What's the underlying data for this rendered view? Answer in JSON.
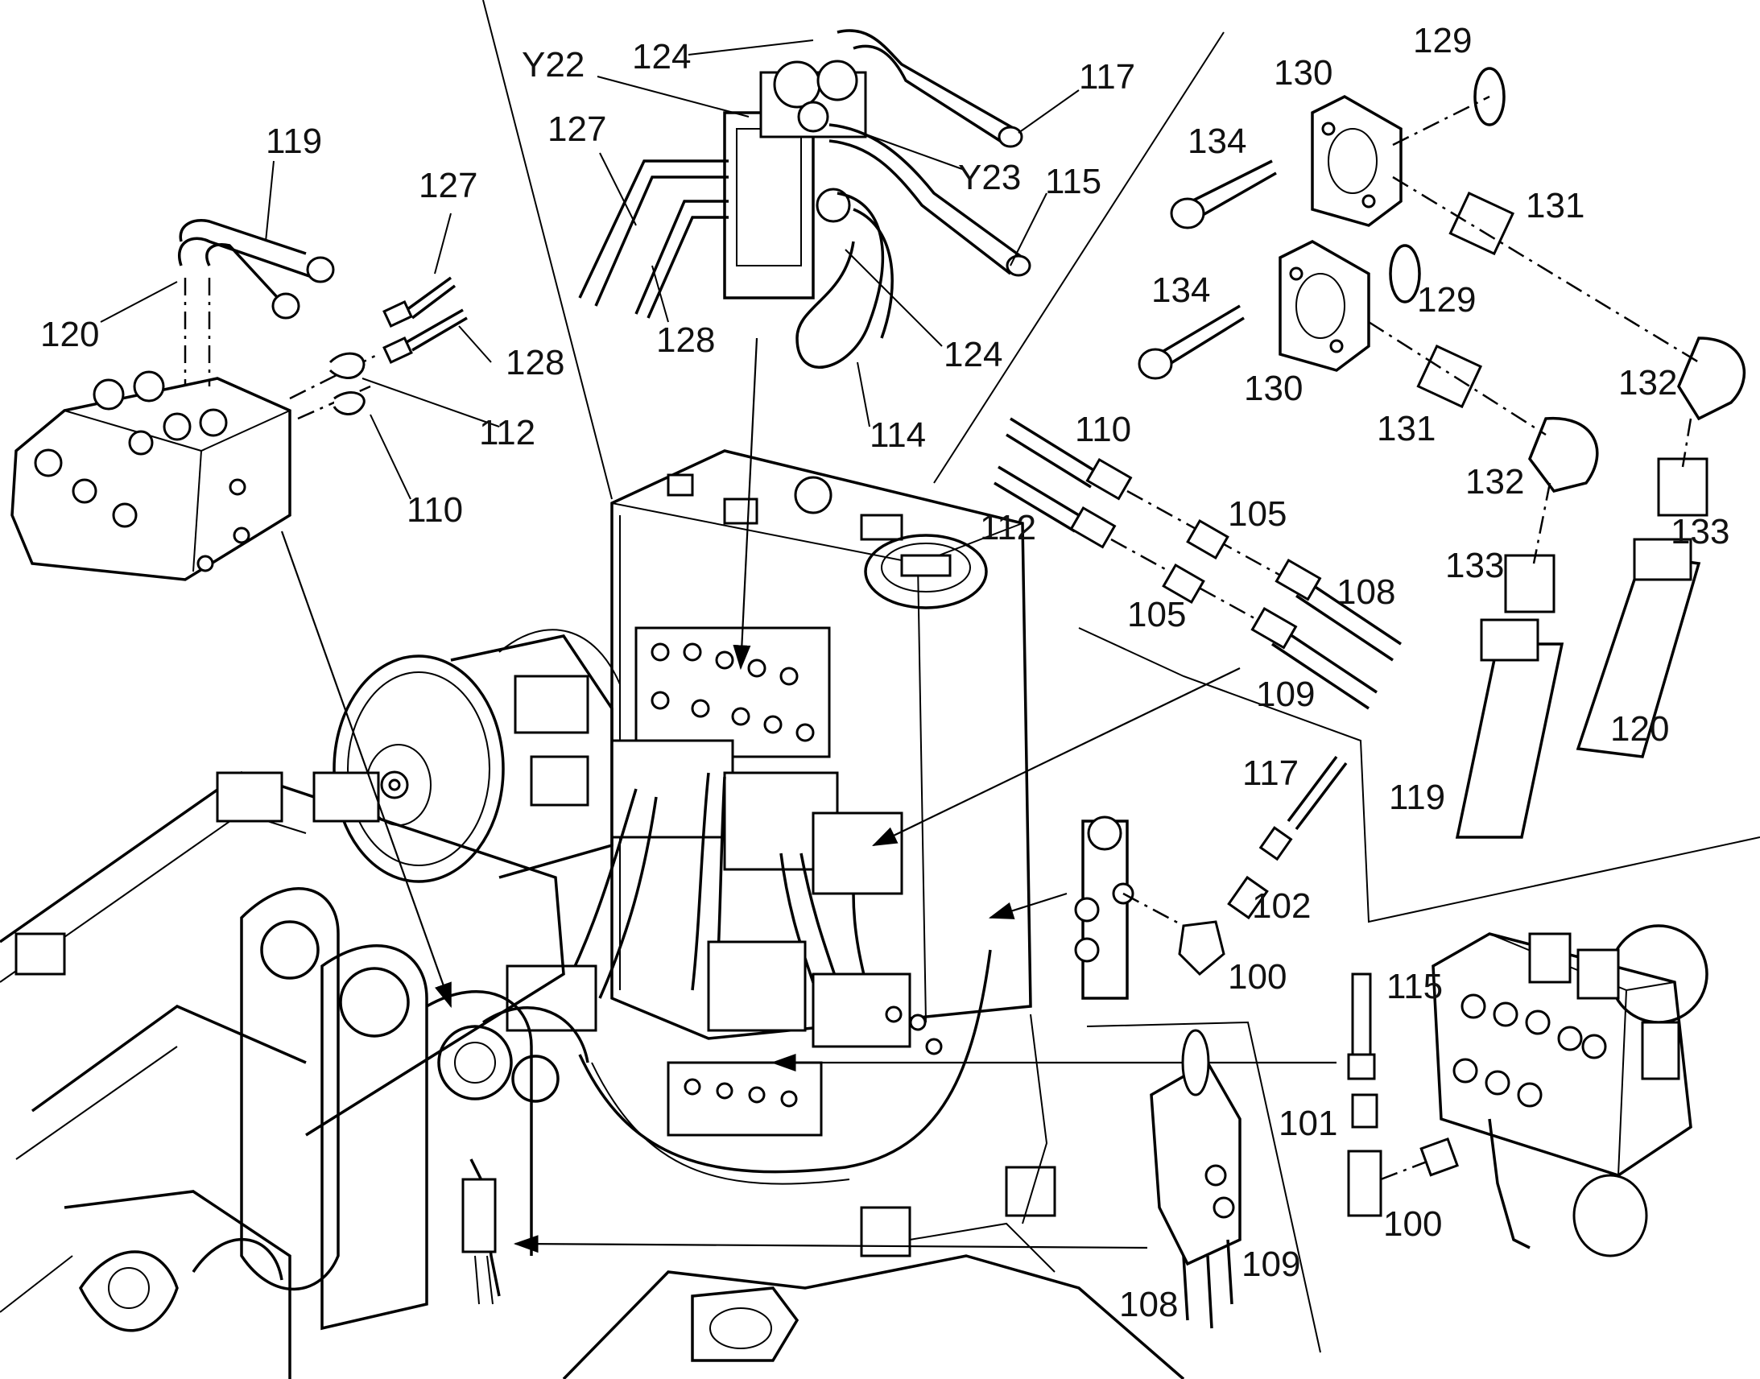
{
  "diagram": {
    "labels": {
      "l124a": "124",
      "lY22": "Y22",
      "l117a": "117",
      "l127a": "127",
      "lY23": "Y23",
      "l115a": "115",
      "l128a": "128",
      "l124b": "124",
      "l114": "114",
      "l119a": "119",
      "l127b": "127",
      "l120a": "120",
      "l128b": "128",
      "l112a": "112",
      "l110a": "110",
      "l129a": "129",
      "l130a": "130",
      "l134a": "134",
      "l131a": "131",
      "l134b": "134",
      "l129b": "129",
      "l130b": "130",
      "l132a": "132",
      "l131b": "131",
      "l132b": "132",
      "l133a": "133",
      "l133b": "133",
      "l110b": "110",
      "l105a": "105",
      "l112b": "112",
      "l108a": "108",
      "l105b": "105",
      "l109a": "109",
      "l120b": "120",
      "l119b": "119",
      "l117b": "117",
      "l102": "102",
      "l100a": "100",
      "l115b": "115",
      "l101": "101",
      "l100b": "100",
      "l108b": "108",
      "l109b": "109"
    }
  }
}
